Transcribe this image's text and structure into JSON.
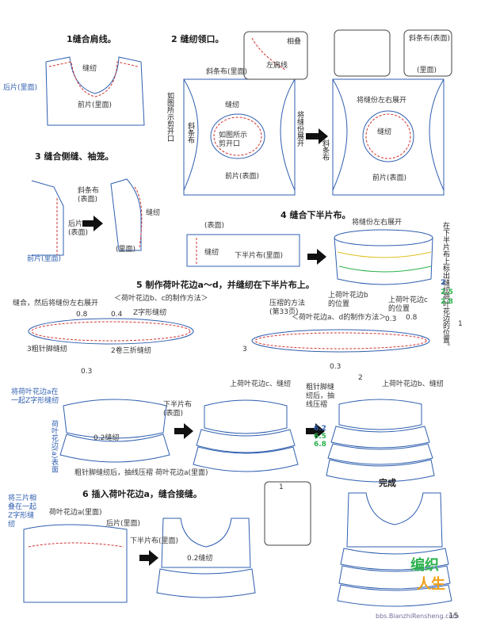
{
  "steps": {
    "s1": "1缝合肩线。",
    "s2": "2 缝纫领口。",
    "s3": "3 缝合侧缝、袖笼。",
    "s4": "4 缝合下半片布。",
    "s5": "5 制作荷叶花边a～d，并缝纫在下半片布上。",
    "s6": "6 插入荷叶花边a，缝合接缝。",
    "done": "完成"
  },
  "labels": {
    "sew": "缝纫",
    "back_wrong": "后片(里面)",
    "front_wrong": "前片(里面)",
    "front_right": "前片(表面)",
    "front_right2": "前片(表面)",
    "bias_wrong": "斜条布(里面)",
    "bias_right": "斜条布(表面)",
    "bias_right2": "斜条布\n(表面)",
    "fold_back": "相叠",
    "left_shoulder": "左肩线",
    "seam_open": "缝份",
    "seam_left_right": "将缝份左右展开",
    "cut_as_shown": "如图所示\n剪开口",
    "cut_side_left": "如图所示剪开口",
    "cut_side_right": "将缝份展开",
    "bias_vert_left": "斜条布",
    "bias_vert_right": "斜条布",
    "wrong": "(里面)",
    "back_right": "后片\n(表面)",
    "front_wrong_s3": "前片(里面)",
    "wrong_s3": "(里面)",
    "face": "(表面)",
    "lower_wrong": "下半片布(里面)",
    "seam_spread_s4": "将缝份左右展开",
    "mark_note": "在下半片布上标出缝纫荷叶花边的位置。",
    "pos_b": "上荷叶花边b\n的位置",
    "pos_c": "上荷叶花边c\n的位置",
    "ruffle_bc": "＜荷叶花边b、c的制作方法＞",
    "ruffle_ad": "＜荷叶花边a、d的制作方法＞",
    "sew_then_spread": "缝合，然后将缝份左右展开",
    "zigzag": "Z字形缝纫",
    "hem_sew": "3粗针脚缝纫",
    "triple_fold": "2卷三折缝纫",
    "gather_method": "压褶的方法\n(第33页)",
    "gather_zig": "将荷叶花边a在一起Z字形缝纫",
    "a_right": "荷叶花边(a)表面",
    "lower_right": "下半片布\n(表面)",
    "sew02": "0.2缝纫",
    "rough_pull": "粗针脚缝纫后，抽线压褶",
    "ruffle_a_wrong": "荷叶花边a(里面)",
    "upper_c_sew": "上荷叶花边c、缝纫",
    "rough_pull2": "粗针脚缝纫后，抽线压褶",
    "upper_b_sew": "上荷叶花边b、缝纫",
    "s6_zig": "将三片相叠在一起Z字形缝纫",
    "s6_a_wrong": "荷叶花边a(里面)",
    "s6_back": "后片(里面)",
    "s6_lower": "下半片布(里面)",
    "s6_sew02": "0.2缝纫"
  },
  "numbers": {
    "n08a": "0.8",
    "n04": "0.4",
    "n03a": "0.3",
    "n2a": "2",
    "n03b": "0.3",
    "n08b": "0.8",
    "n1": "1",
    "n3": "3",
    "n03c": "0.3",
    "n2b": "2",
    "n62": "6.2",
    "n65": "6.5",
    "n68": "6.8",
    "m2": "2",
    "m25": "2.5",
    "m28": "2.8",
    "box1": "1"
  },
  "footer": {
    "page": "15",
    "logo_a": "编织",
    "logo_b": "人生",
    "site": "bbs.BianzhiRensheng.com"
  },
  "colors": {
    "line": "#2f5fb0",
    "stitch": "#d23232",
    "text": "#1a1a1a"
  }
}
